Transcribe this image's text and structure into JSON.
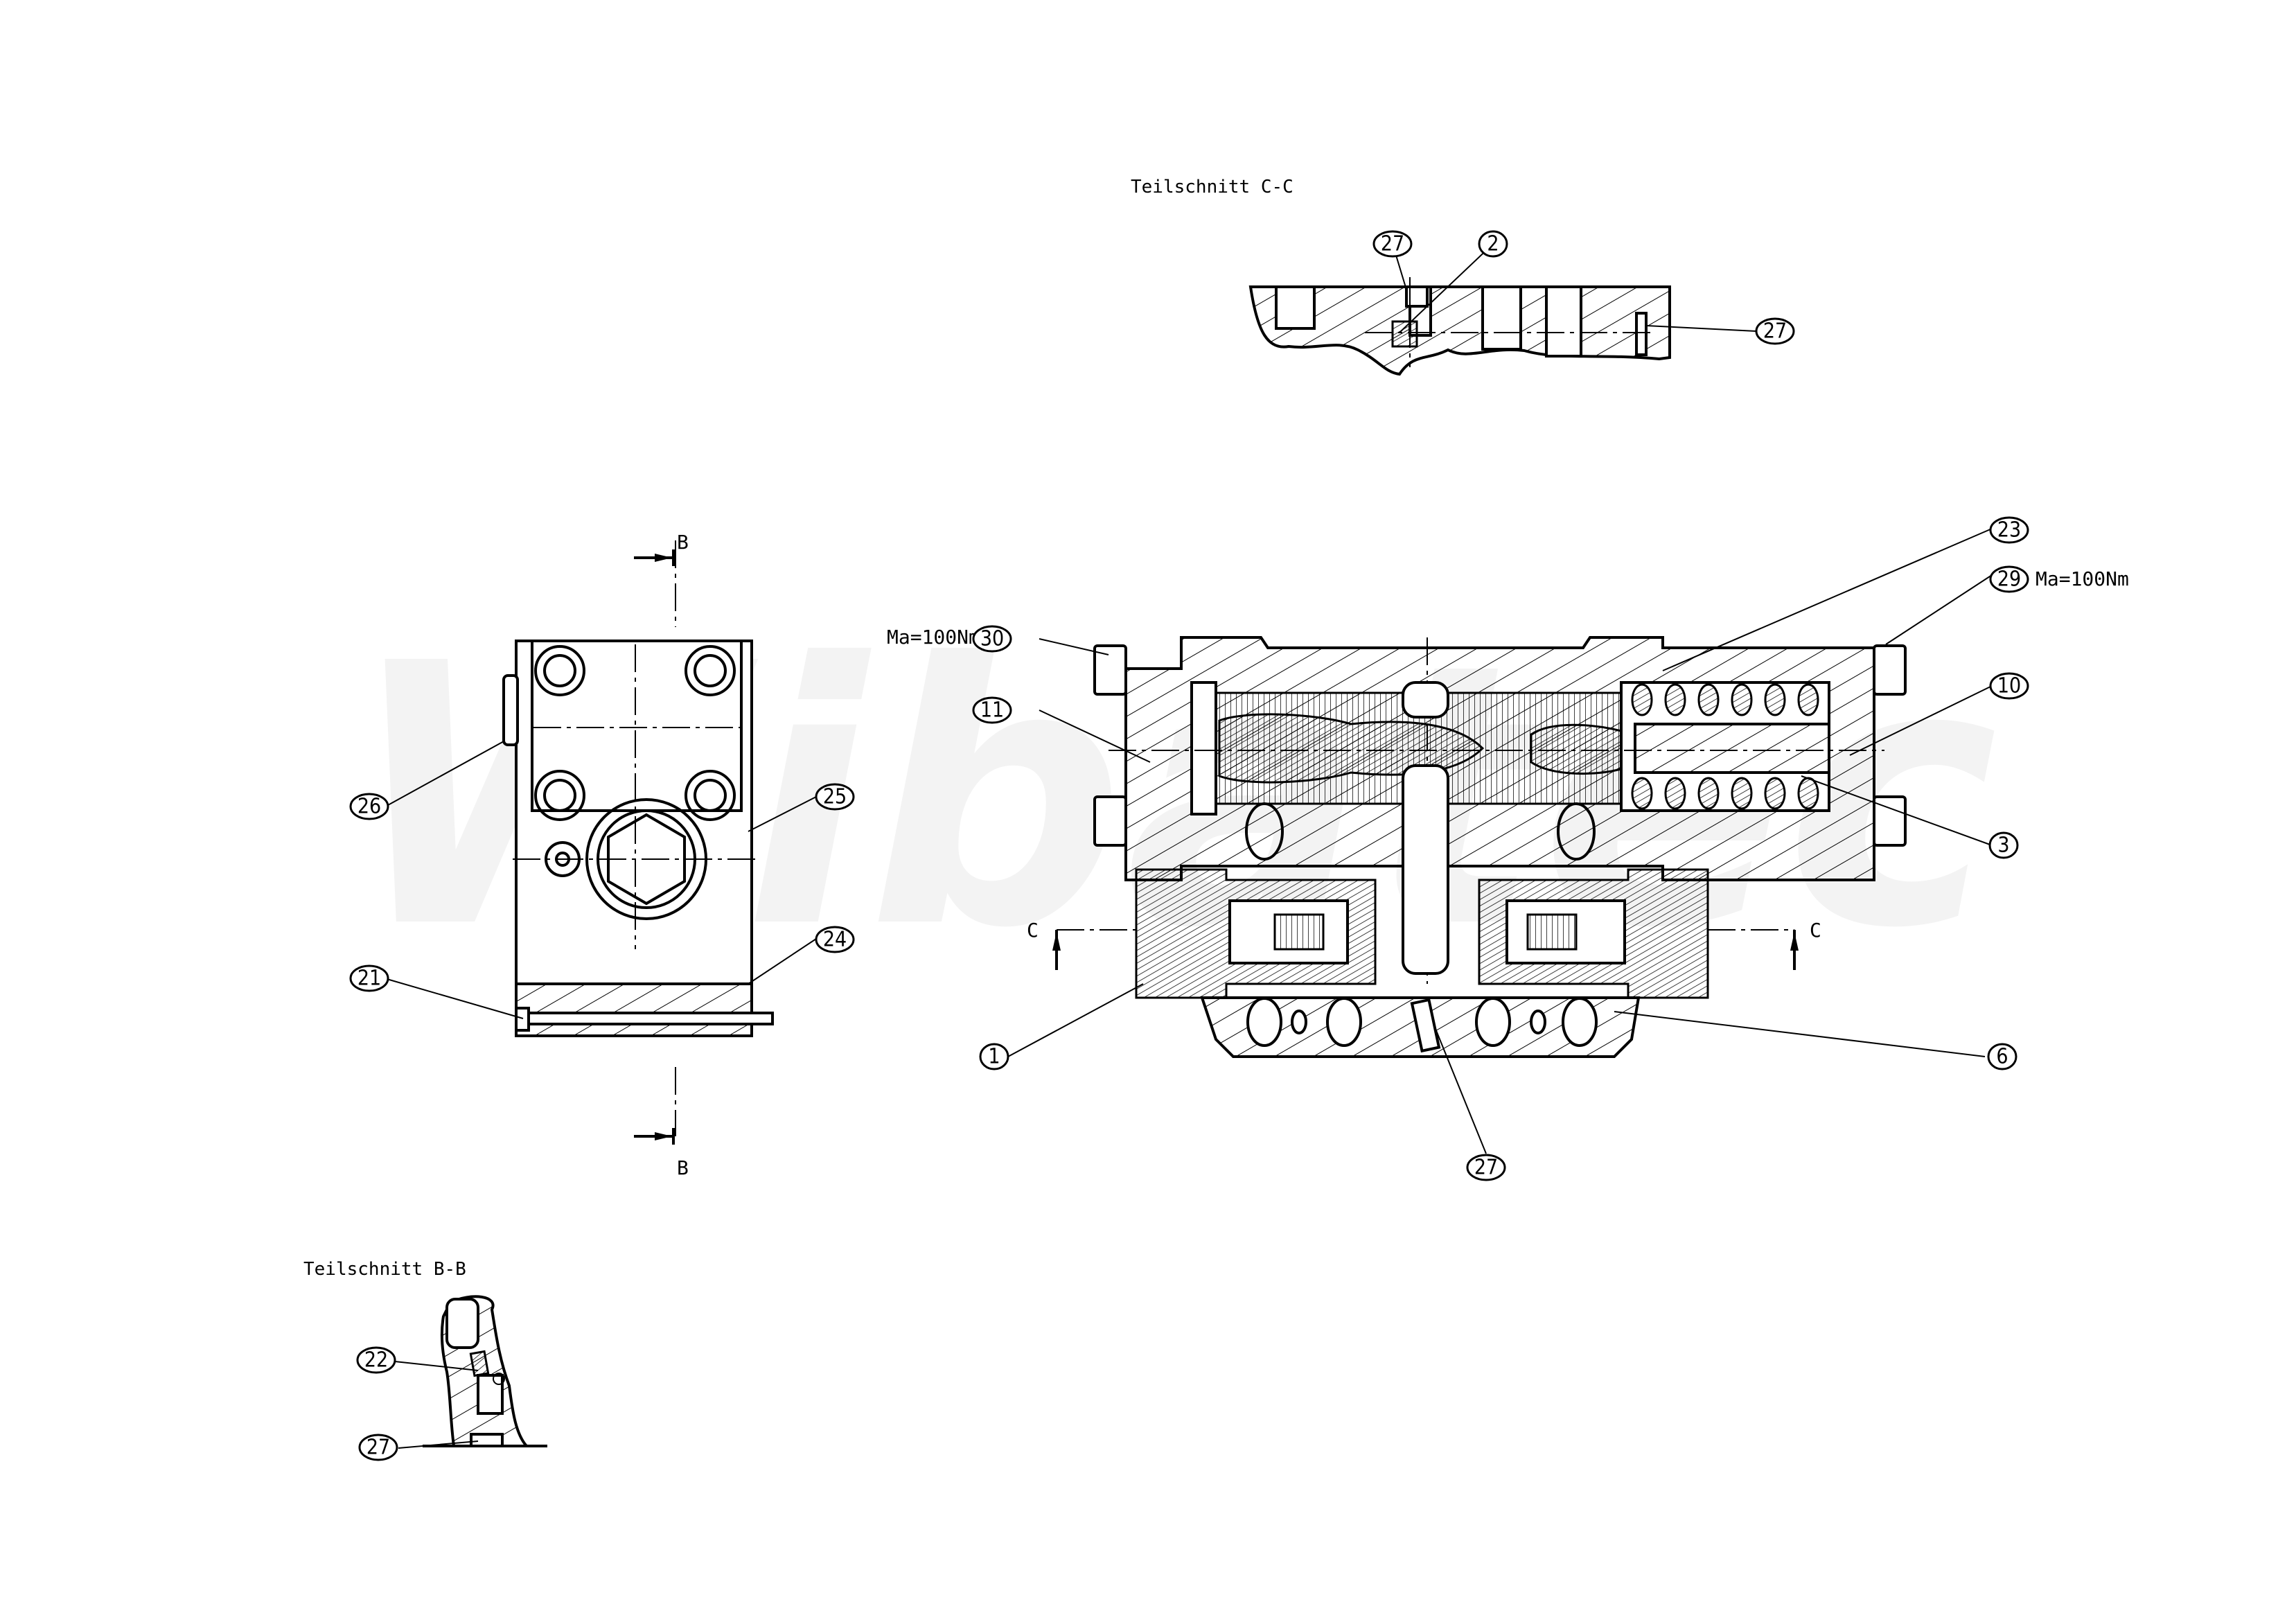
{
  "watermark": "Wibatec",
  "sections": {
    "section_c": {
      "title": "Teilschnitt C-C"
    },
    "section_b": {
      "title": "Teilschnitt B-B"
    }
  },
  "cut_markers": {
    "b_top": "B",
    "b_bottom": "B",
    "c_left": "C",
    "c_right": "C"
  },
  "annotations": {
    "torque_left": "Ma=100Nm",
    "torque_right": "Ma=100Nm"
  },
  "callouts": {
    "cc_27a": "27",
    "cc_2": "2",
    "cc_27b": "27",
    "main_23": "23",
    "main_29": "29",
    "main_30": "30",
    "main_11": "11",
    "main_10": "10",
    "main_3": "3",
    "main_1": "1",
    "main_6": "6",
    "main_27": "27",
    "side_26": "26",
    "side_25": "25",
    "side_24": "24",
    "side_21": "21",
    "bb_22": "22",
    "bb_27": "27"
  }
}
